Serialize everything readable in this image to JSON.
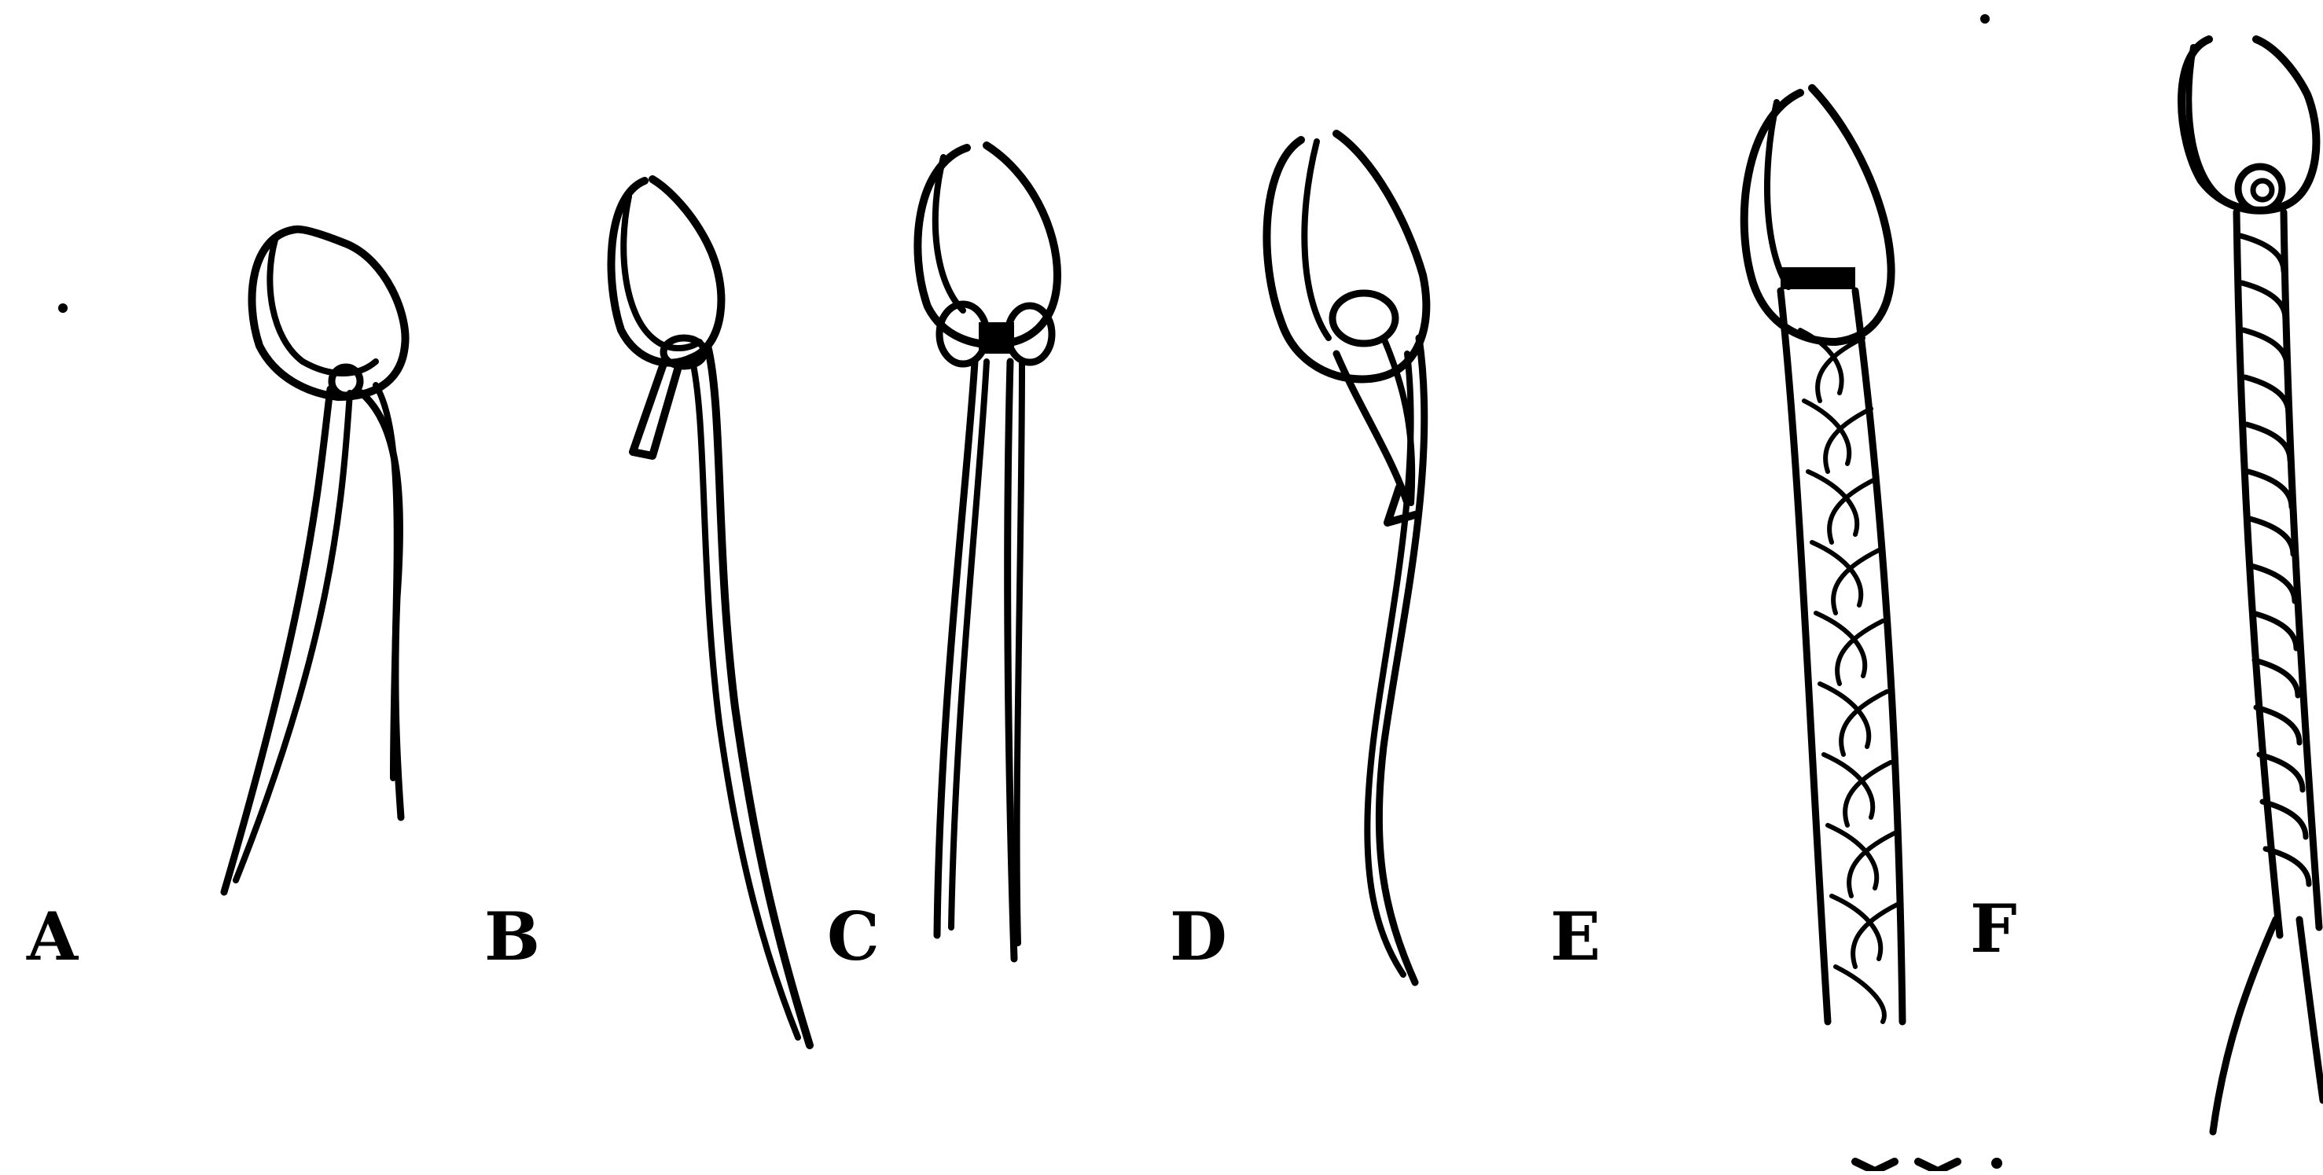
{
  "figure": {
    "labels": [
      "A",
      "B",
      "C",
      "D",
      "E",
      "F"
    ]
  },
  "colors": {
    "ink": "#000000",
    "paper": "#ffffff"
  }
}
